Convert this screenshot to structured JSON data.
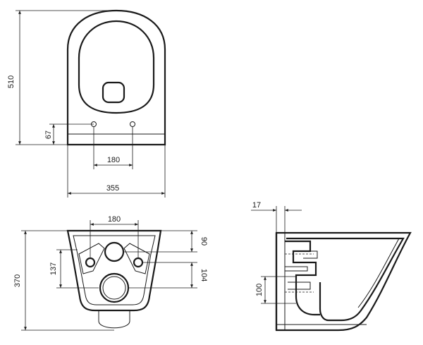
{
  "views": {
    "top": {
      "dimensions": {
        "height": "510",
        "fixing_offset": "67",
        "fixing_spacing": "180",
        "width": "355"
      }
    },
    "back": {
      "dimensions": {
        "fixing_spacing": "180",
        "length": "370",
        "fixing_height": "137",
        "top_offset": "90",
        "mid_offset": "104"
      }
    },
    "side": {
      "dimensions": {
        "wall_gap": "17",
        "outlet_height": "100"
      }
    }
  }
}
